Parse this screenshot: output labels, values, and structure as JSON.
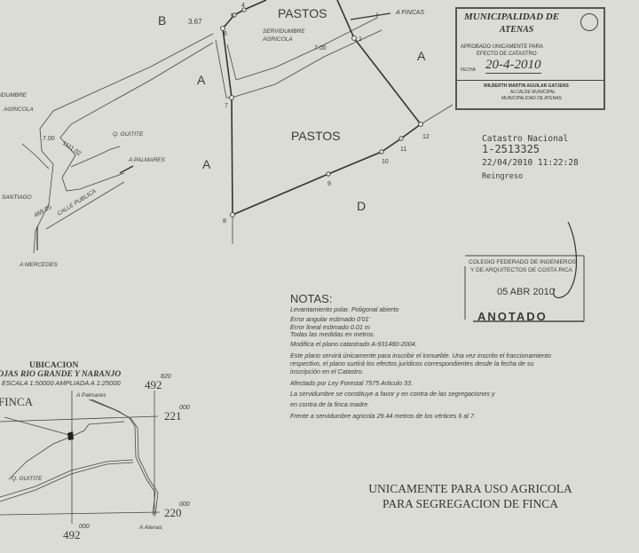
{
  "plan": {
    "labels": {
      "pastos_top": "PASTOS",
      "pastos_main": "PASTOS",
      "a_fincas": "A FINCAS",
      "servidumbre_agricola_1": "SERVIDUMBRE",
      "servidumbre_agricola_2": "AGRICOLA",
      "width_700_top": "7.00",
      "width_700_left": "7.00",
      "dist_367": "3.67",
      "dist_111102": "1111.02",
      "dist_46905": "469.05",
      "servidumbre_left_1": "IDUMBRE",
      "servidumbre_left_2": "AGRICOLA",
      "q_guitite": "Q. GUITITE",
      "a_palmares": "A PALMARES",
      "santiago": "SANTIAGO",
      "calle_publica": "CALLE PUBLICA",
      "a_mercedes": "A MERCEDES",
      "zone_b": "B",
      "zone_a1": "A",
      "zone_a2": "A",
      "zone_a3": "A",
      "zone_d": "D"
    },
    "vertices": [
      "1",
      "4",
      "5",
      "6",
      "7",
      "8",
      "9",
      "10",
      "11",
      "12"
    ]
  },
  "stamp_municipal": {
    "title_1": "MUNICIPALIDAD DE",
    "title_2": "ATENAS",
    "line_1": "APROBADO UNICAMENTE PARA",
    "line_2": "EFECTO DE CATASTRO",
    "fecha_label": "FECHA",
    "fecha_value": "20-4-2010",
    "signer": "WILBERTH MARTIN AGUILAR GATJENS",
    "signer_role": "ALCALDE MUNICIPAL",
    "signer_org": "MUNICIPALIDAD DE ATENAS"
  },
  "catastro": {
    "title": "Catastro Nacional",
    "number": "1-2513325",
    "datetime": "22/04/2010 11:22:28",
    "status": "Reingreso"
  },
  "stamp_colegio": {
    "line_1": "COLEGIO FEDERADO DE INGENIEROS",
    "line_2": "Y DE ARQUITECTOS DE COSTA RICA",
    "date": "05 ABR 2010",
    "status": "ANOTADO"
  },
  "notes": {
    "title": "NOTAS:",
    "lines": [
      "Levantamiento polar. Poligonal abierto",
      "Error angular estimado 0'01'",
      "Error lineal    estimado 0.01 m",
      "Todas las medidas en metros.",
      "Modifica el plano catastrado A-931480-2004.",
      "Este plano servirá únicamente para inscribir el inmueble. Una vez inscrito el fraccionamiento respectivo, el plano surtirá los efectos jurídicos correspondientes desde la fecha de su inscripción en el Catastro.",
      "Afectado por Ley Forestal 7575 Articulo 33.",
      "La servidumbre se constituye a favor y en contra de las segregaciones y en contra de la finca madre.",
      "Frente a servidumbre agricola 29.44 metros de los vértices 6 al 7."
    ]
  },
  "location": {
    "title": "UBICACION",
    "sheet": "HOJAS RIO GRANDE Y NARANJO",
    "scale": "ESCALA 1:50000 AMPLIADA A 1:25000",
    "finca": "FINCA",
    "a_palmares": "A Palmares",
    "q_guitite": "Q. GUITITE",
    "a_atenas": "A Atenas",
    "coord_top_x": "492",
    "coord_top_x_sup": "820",
    "coord_bottom_x": "492",
    "coord_bottom_x_sup": "000",
    "coord_y_top": "221",
    "coord_y_top_sup": "000",
    "coord_y_bottom": "220",
    "coord_y_bottom_sup": "000"
  },
  "footer": {
    "line_1": "UNICAMENTE PARA USO AGRICOLA",
    "line_2": "PARA SEGREGACION DE FINCA"
  }
}
